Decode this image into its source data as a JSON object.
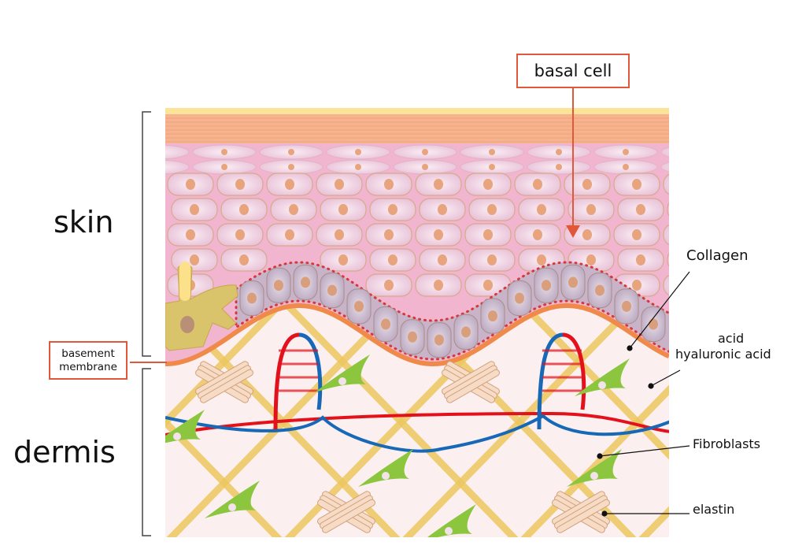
{
  "labels": {
    "basal_cell": "basal cell",
    "skin": "skin",
    "dermis": "dermis",
    "basement_membrane_line1": "basement",
    "basement_membrane_line2": "membrane",
    "collagen": "Collagen",
    "acid": "acid",
    "hyaluronic_acid": "hyaluronic acid",
    "fibroblasts": "Fibroblasts",
    "elastin": "elastin"
  },
  "colors": {
    "callout_border": "#e0573a",
    "stratum_corneum": "#f6b48e",
    "epidermis": "#f1b5cf",
    "basal_layer": "#c8b3c8",
    "membrane": "#f08a4b",
    "dermis": "#fcefef",
    "collagen": "#ecc860",
    "artery": "#e3111c",
    "vein": "#1769b8",
    "fibroblast": "#8cc63f"
  }
}
